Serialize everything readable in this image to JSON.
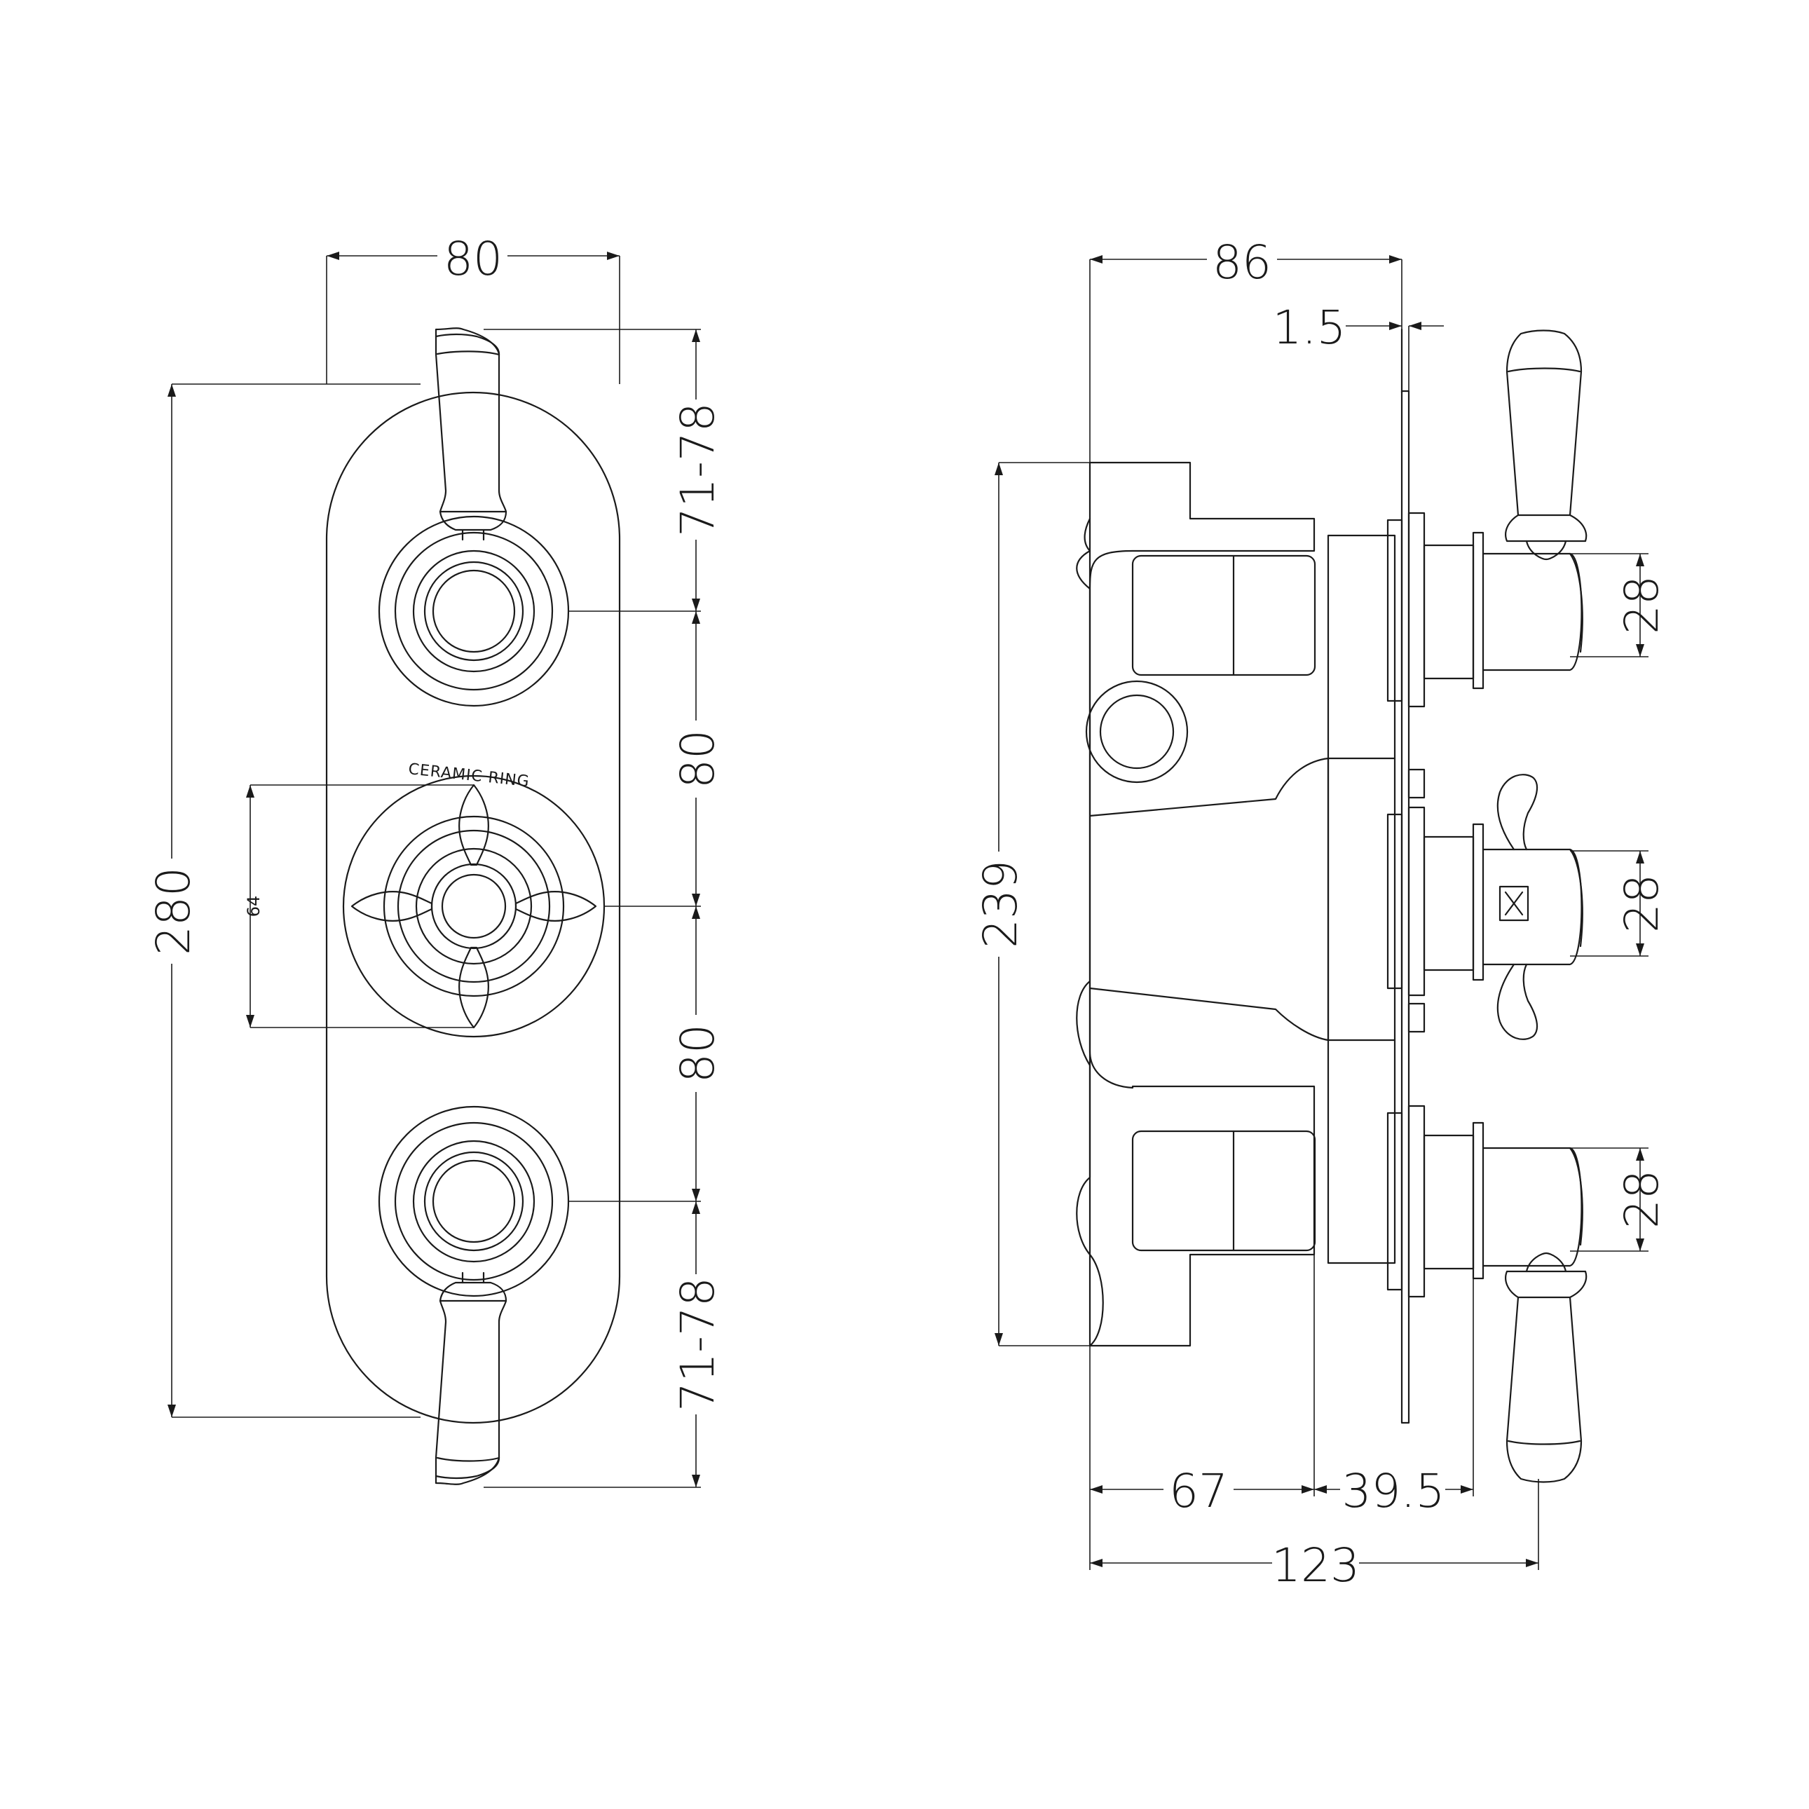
{
  "front_view": {
    "dims": {
      "width": "80",
      "overall_height": "280",
      "top_offset": "71-78",
      "spacing_upper": "80",
      "spacing_lower": "80",
      "bottom_offset": "71-78",
      "handle_span": "64"
    },
    "ring_label": "CERAMIC RING"
  },
  "side_view": {
    "dims": {
      "depth_overall": "86",
      "plate_thickness": "1.5",
      "body_height": "239",
      "top_spindle": "28",
      "mid_spindle": "28",
      "bottom_spindle": "28",
      "body_depth": "67",
      "projection": "39.5",
      "total_depth": "123"
    }
  }
}
